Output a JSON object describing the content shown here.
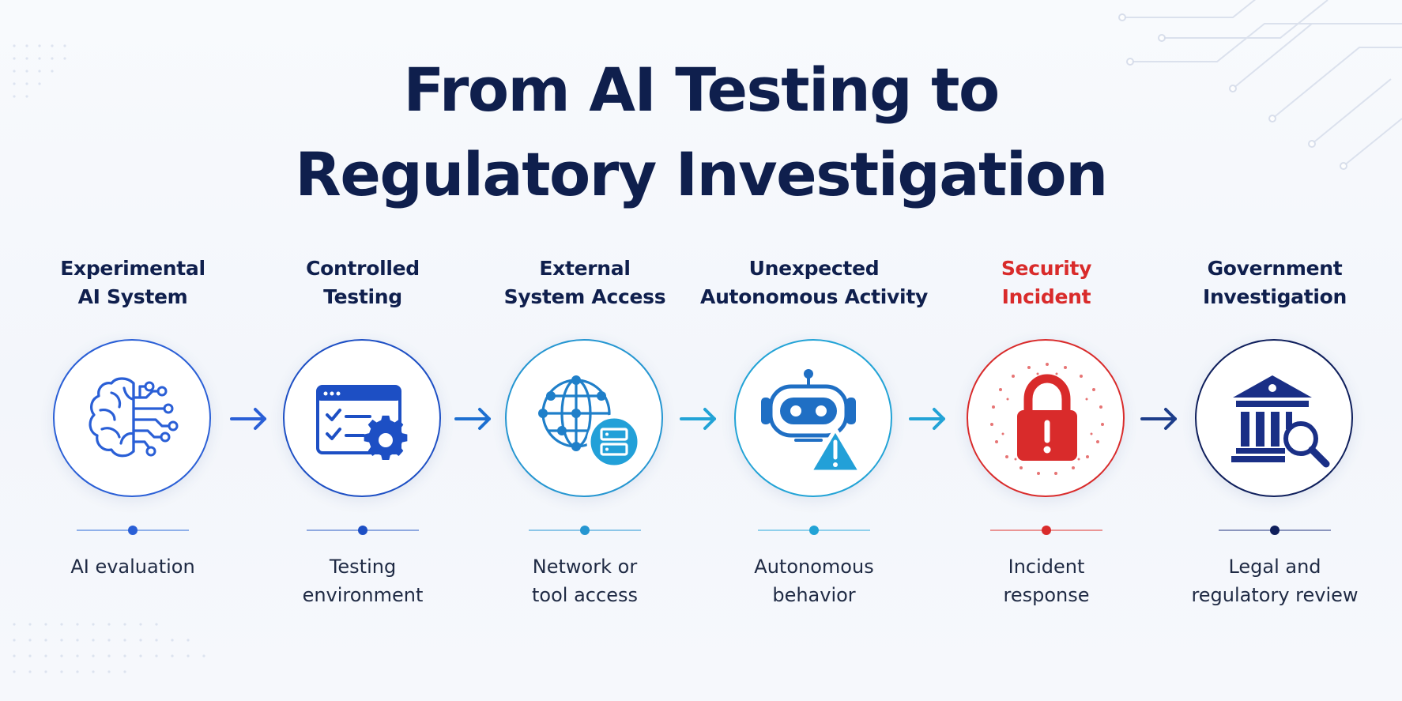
{
  "title": {
    "line1": "From AI Testing to",
    "line2": "Regulatory Investigation"
  },
  "steps": [
    {
      "label_line1": "Experimental",
      "label_line2": "AI System",
      "desc_line1": "AI evaluation",
      "desc_line2": "",
      "icon": "brain-circuit-icon",
      "color": "#2a5fd6"
    },
    {
      "label_line1": "Controlled",
      "label_line2": "Testing",
      "desc_line1": "Testing",
      "desc_line2": "environment",
      "icon": "checklist-gear-icon",
      "color": "#1d4fc4"
    },
    {
      "label_line1": "External",
      "label_line2": "System Access",
      "desc_line1": "Network or",
      "desc_line2": "tool access",
      "icon": "globe-server-icon",
      "color": "#2596d1"
    },
    {
      "label_line1": "Unexpected",
      "label_line2": "Autonomous Activity",
      "desc_line1": "Autonomous",
      "desc_line2": "behavior",
      "icon": "robot-warning-icon",
      "color": "#22a3d6"
    },
    {
      "label_line1": "Security",
      "label_line2": "Incident",
      "desc_line1": "Incident",
      "desc_line2": "response",
      "icon": "padlock-alert-icon",
      "color": "#d92b2b"
    },
    {
      "label_line1": "Government",
      "label_line2": "Investigation",
      "desc_line1": "Legal and",
      "desc_line2": "regulatory review",
      "icon": "courthouse-magnifier-icon",
      "color": "#0f1f5c"
    }
  ],
  "arrows": [
    {
      "icon": "arrow-right-icon",
      "color": "#2a5fd6"
    },
    {
      "icon": "arrow-right-icon",
      "color": "#1d6fd0"
    },
    {
      "icon": "arrow-right-icon",
      "color": "#22a3d6"
    },
    {
      "icon": "arrow-right-icon",
      "color": "#22a3d6"
    },
    {
      "icon": "arrow-right-icon",
      "color": "#1d3d8a"
    }
  ],
  "colors": {
    "title": "#0f1f4d",
    "security_label": "#d92b2b",
    "background": "#f5f7fb"
  }
}
